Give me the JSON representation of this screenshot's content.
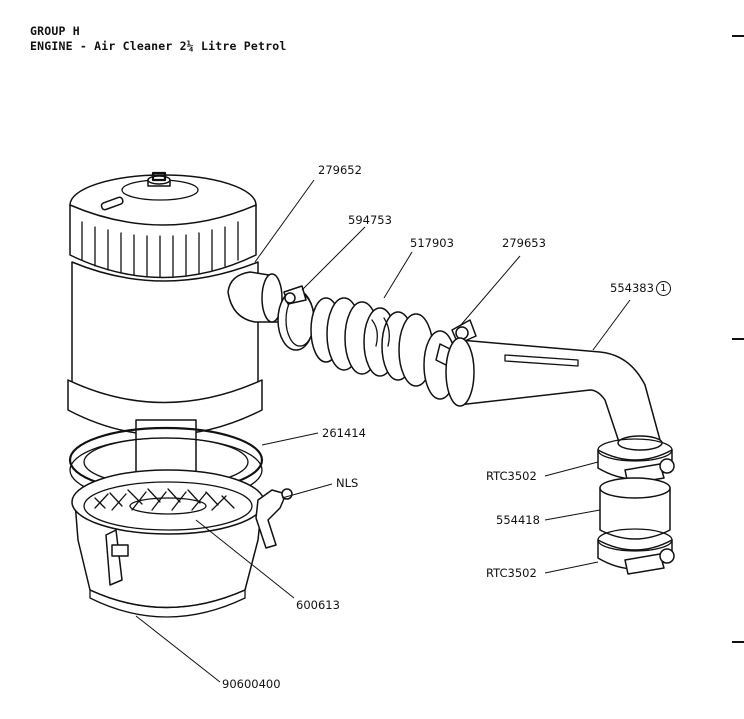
{
  "header": {
    "group": "GROUP H",
    "title": "ENGINE - Air Cleaner 2¼ Litre Petrol"
  },
  "callouts": {
    "c279652": "279652",
    "c594753": "594753",
    "c517903": "517903",
    "c279653": "279653",
    "c554383": "554383",
    "c554383_note": "1",
    "c261414": "261414",
    "cNLS": "NLS",
    "c600613": "600613",
    "c90600400": "90600400",
    "cRTC3502a": "RTC3502",
    "c554418": "554418",
    "cRTC3502b": "RTC3502"
  }
}
